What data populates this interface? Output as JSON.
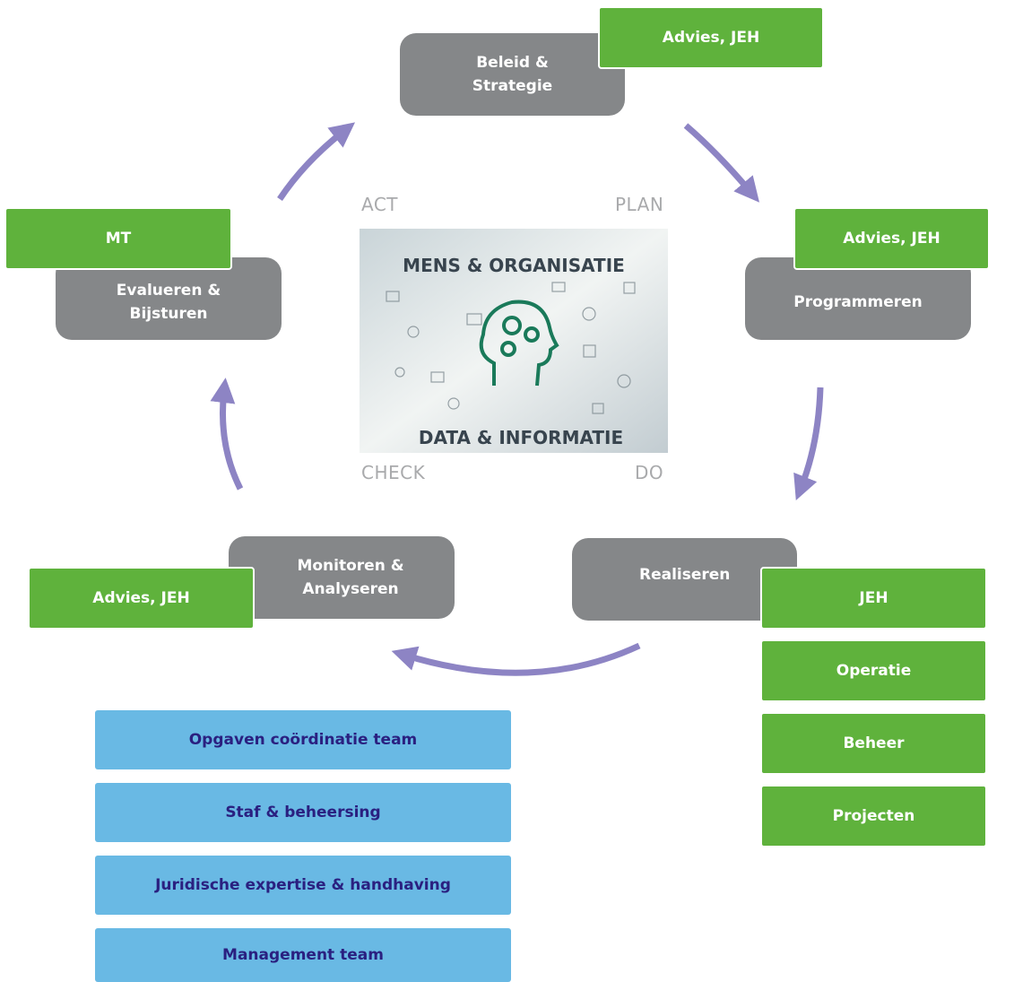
{
  "cycle": {
    "beleid": "Beleid & Strategie",
    "programmeren": "Programmeren",
    "realiseren": "Realiseren",
    "monitoren": "Monitoren & Analyseren",
    "evalueren": "Evalueren & Bijsturen"
  },
  "roles": {
    "beleid": "Advies, JEH",
    "programmeren": "Advies, JEH",
    "realiseren": [
      "JEH",
      "Operatie",
      "Beheer",
      "Projecten"
    ],
    "monitoren": "Advies, JEH",
    "evalueren": "MT"
  },
  "pdca": {
    "act": "ACT",
    "plan": "PLAN",
    "check": "CHECK",
    "do": "DO"
  },
  "center": {
    "top": "MENS & ORGANISATIE",
    "bottom": "DATA & INFORMATIE"
  },
  "teams": [
    "Opgaven coördinatie team",
    "Staf & beheersing",
    "Juridische expertise & handhaving",
    "Management team"
  ],
  "colors": {
    "gray": "#858789",
    "green": "#5fb23c",
    "blue": "#69b9e4",
    "arrow": "#8d84c4",
    "team_text": "#2a2080"
  }
}
